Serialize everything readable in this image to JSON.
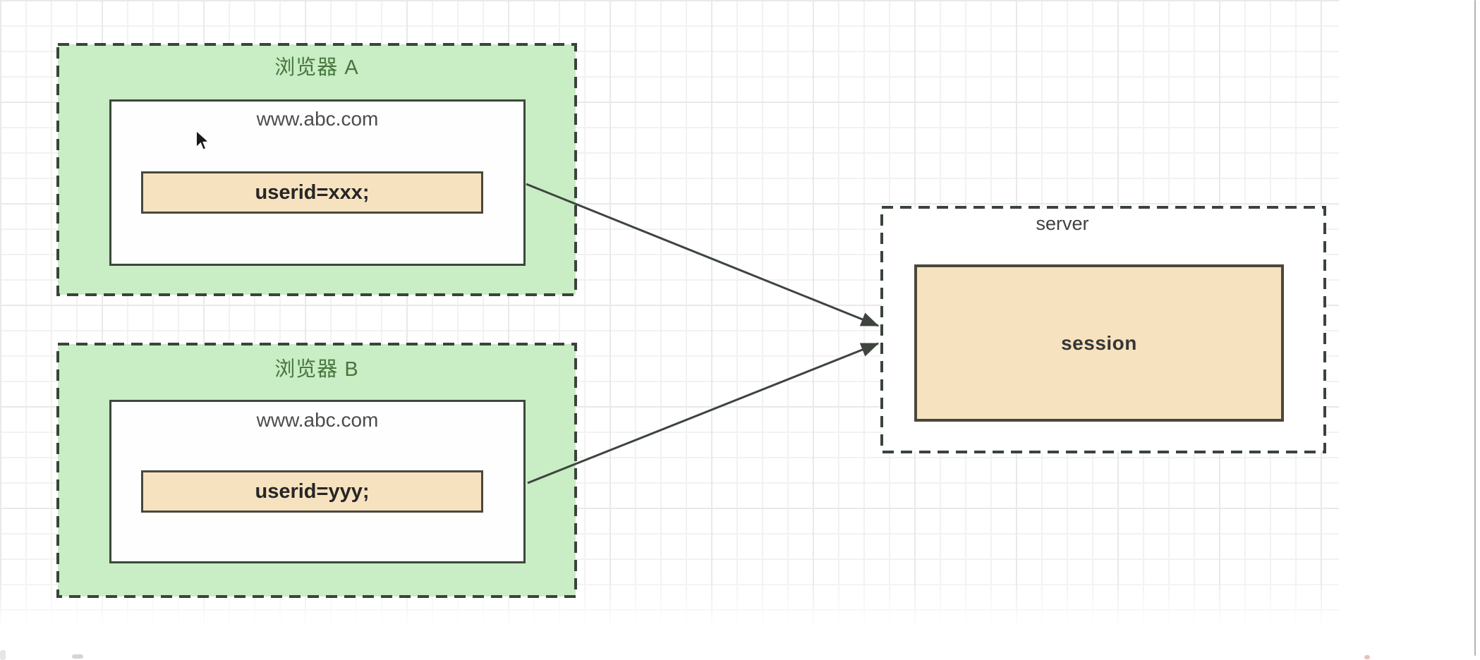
{
  "colors": {
    "green_fill": "#c9edc4",
    "green_label": "#47763f",
    "dash_border": "#3a443a",
    "box_border": "#3d473d",
    "tan_fill": "#f7e2c0",
    "tan_border": "#4a483c",
    "arrow": "#3d453d",
    "text_dark": "#262626",
    "text_gray": "#4c4c4c"
  },
  "diagram": {
    "browser_a": {
      "label": "浏览器 A",
      "site": "www.abc.com",
      "cookie": "userid=xxx;"
    },
    "browser_b": {
      "label": "浏览器 B",
      "site": "www.abc.com",
      "cookie": "userid=yyy;"
    },
    "server": {
      "label": "server",
      "session_label": "session"
    },
    "edges": [
      {
        "from": "browser_a_site_box",
        "to": "server"
      },
      {
        "from": "browser_b_site_box",
        "to": "server"
      }
    ]
  }
}
